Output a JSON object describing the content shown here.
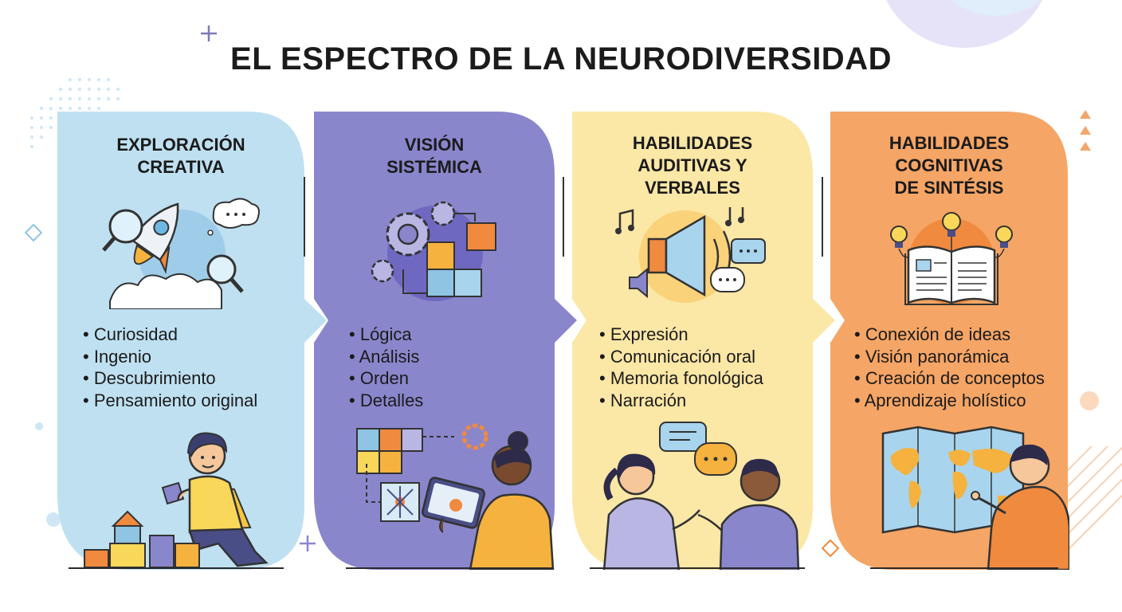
{
  "title": "EL ESPECTRO DE LA NEURODIVERSIDAD",
  "colors": {
    "panel1": "#bfe0f1",
    "panel2": "#8a86cc",
    "panel3": "#fbe7a6",
    "panel4": "#f5a565",
    "accent_purple": "#6f68c0",
    "accent_orange": "#f08a3e"
  },
  "panels": [
    {
      "heading": [
        "EXPLORACIÓN",
        "CREATIVA"
      ],
      "icon": "rocket-magnifier-icon",
      "items": [
        "Curiosidad",
        "Ingenio",
        "Descubrimiento",
        "Pensamiento original"
      ],
      "scene": "child-building-blocks"
    },
    {
      "heading": [
        "VISIÓN",
        "SISTÉMICA"
      ],
      "icon": "gears-puzzle-icon",
      "items": [
        "Lógica",
        "Análisis",
        "Orden",
        "Detalles"
      ],
      "scene": "person-with-tablet"
    },
    {
      "heading": [
        "HABILIDADES",
        "AUDITIVAS Y",
        "VERBALES"
      ],
      "icon": "speaker-music-icon",
      "items": [
        "Expresión",
        "Comunicación oral",
        "Memoria fonológica",
        "Narración"
      ],
      "scene": "two-people-talking"
    },
    {
      "heading": [
        "HABILIDADES",
        "COGNITIVAS",
        "DE SINTÉSIS"
      ],
      "icon": "open-book-lightbulbs-icon",
      "items": [
        "Conexión de ideas",
        "Visión panorámica",
        "Creación de conceptos",
        "Aprendizaje holístico"
      ],
      "scene": "person-with-world-map"
    }
  ]
}
